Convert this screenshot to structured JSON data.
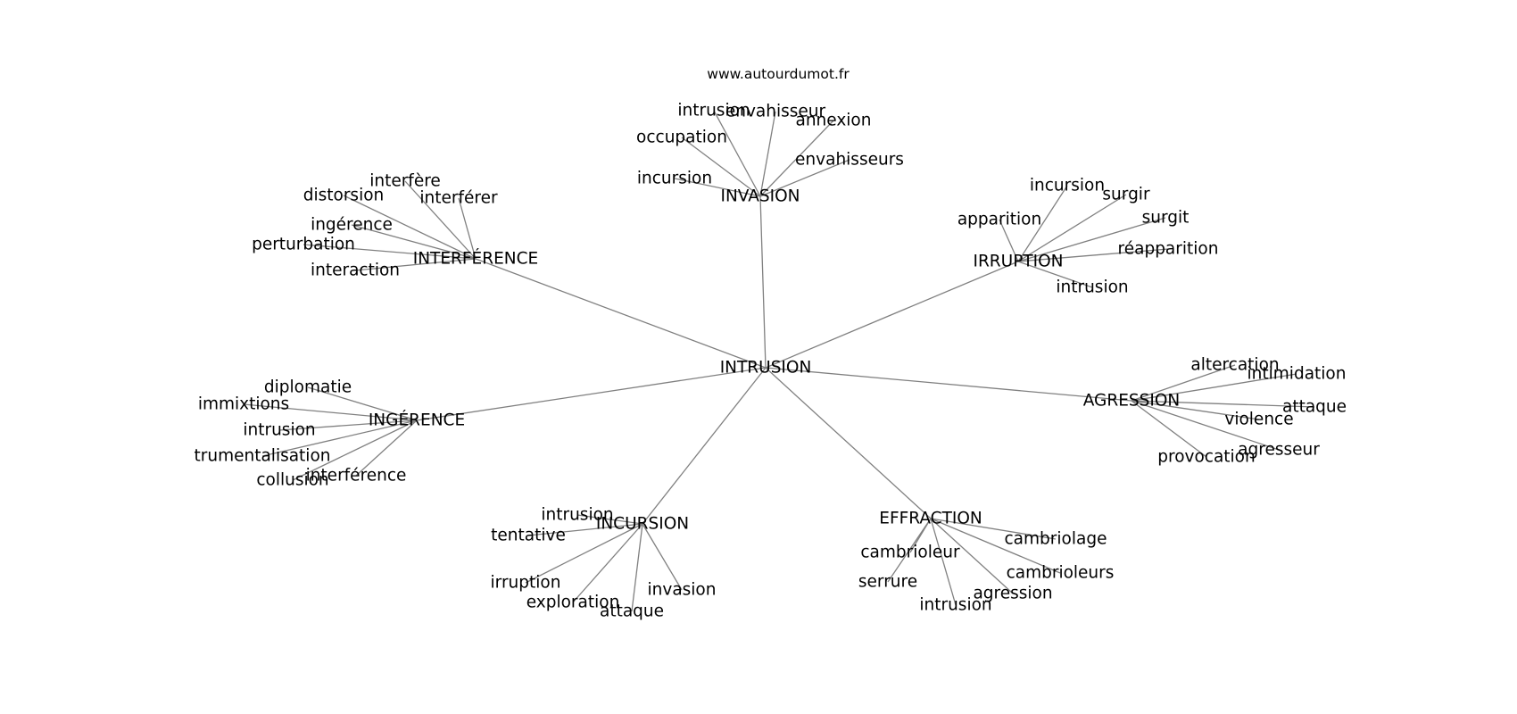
{
  "source": "www.autourdumot.fr",
  "colors": {
    "edge": "#808080",
    "text": "#000000",
    "background": "#ffffff"
  },
  "graph": {
    "root": "INTRUSION",
    "hubs": [
      {
        "label": "INVASION",
        "leaves": [
          "intrusion",
          "envahisseur",
          "annexion",
          "occupation",
          "envahisseurs",
          "incursion"
        ]
      },
      {
        "label": "INTERFÉRENCE",
        "leaves": [
          "interfère",
          "distorsion",
          "interférer",
          "ingérence",
          "perturbation",
          "interaction"
        ]
      },
      {
        "label": "IRRUPTION",
        "leaves": [
          "incursion",
          "surgir",
          "apparition",
          "surgit",
          "réapparition",
          "intrusion"
        ]
      },
      {
        "label": "INGÉRENCE",
        "leaves": [
          "diplomatie",
          "immixtions",
          "intrusion",
          "trumentalisation",
          "interférence",
          "collusion"
        ]
      },
      {
        "label": "AGRESSION",
        "leaves": [
          "altercation",
          "intimidation",
          "attaque",
          "violence",
          "agresseur",
          "provocation"
        ]
      },
      {
        "label": "INCURSION",
        "leaves": [
          "intrusion",
          "tentative",
          "irruption",
          "exploration",
          "attaque",
          "invasion"
        ]
      },
      {
        "label": "EFFRACTION",
        "leaves": [
          "cambriolage",
          "cambrioleur",
          "cambrioleurs",
          "serrure",
          "agression",
          "intrusion"
        ]
      }
    ]
  }
}
